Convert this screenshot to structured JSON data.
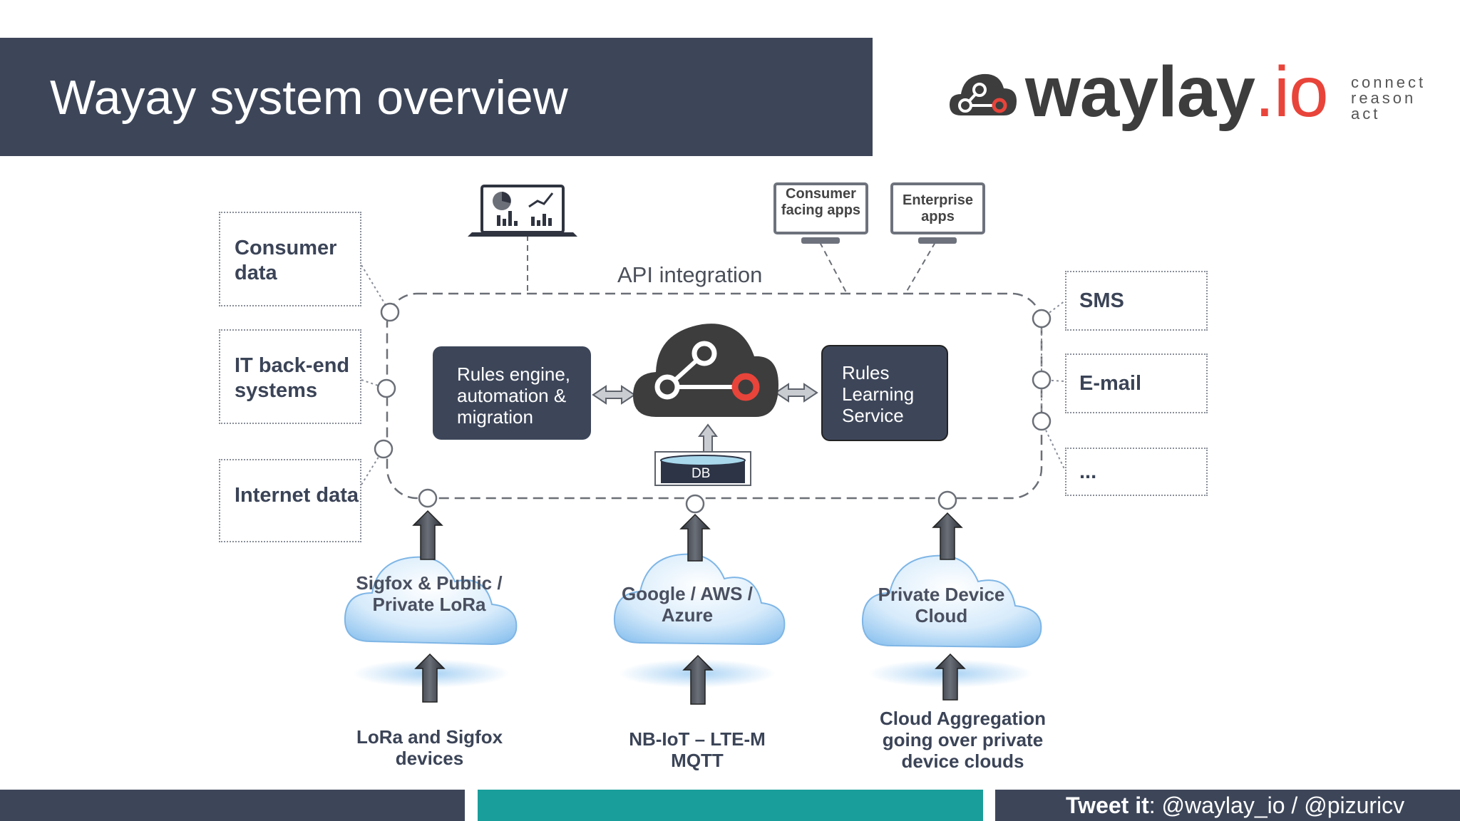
{
  "slide": {
    "title": "Wayay system overview"
  },
  "brand": {
    "name": "waylay",
    "tld": ".io",
    "tagline": [
      "connect",
      "reason",
      "act"
    ]
  },
  "sources": [
    "Consumer data",
    "IT back-end systems",
    "Internet data"
  ],
  "outputs": [
    "SMS",
    "E-mail",
    "..."
  ],
  "apps": {
    "consumer": "Consumer facing apps",
    "enterprise": "Enterprise apps"
  },
  "center": {
    "api_label": "API integration",
    "rules_engine": "Rules engine, automation & migration",
    "rules_learning": "Rules Learning Service",
    "db": "DB"
  },
  "clouds": [
    {
      "label": "Sigfox & Public / Private LoRa",
      "devices": "LoRa and Sigfox devices"
    },
    {
      "label": "Google / AWS / Azure",
      "devices": "NB-IoT – LTE-M MQTT"
    },
    {
      "label": "Private Device Cloud",
      "devices": "Cloud Aggregation going over private device clouds"
    }
  ],
  "footer": {
    "tweet_prefix": "Tweet it",
    "tweet_handles": ": @waylay_io / @pizuricv"
  },
  "colors": {
    "navy": "#3d4659",
    "accent_red": "#e8443a",
    "teal": "#1a9e9b",
    "cloud_blue": "#b9dcf7"
  }
}
